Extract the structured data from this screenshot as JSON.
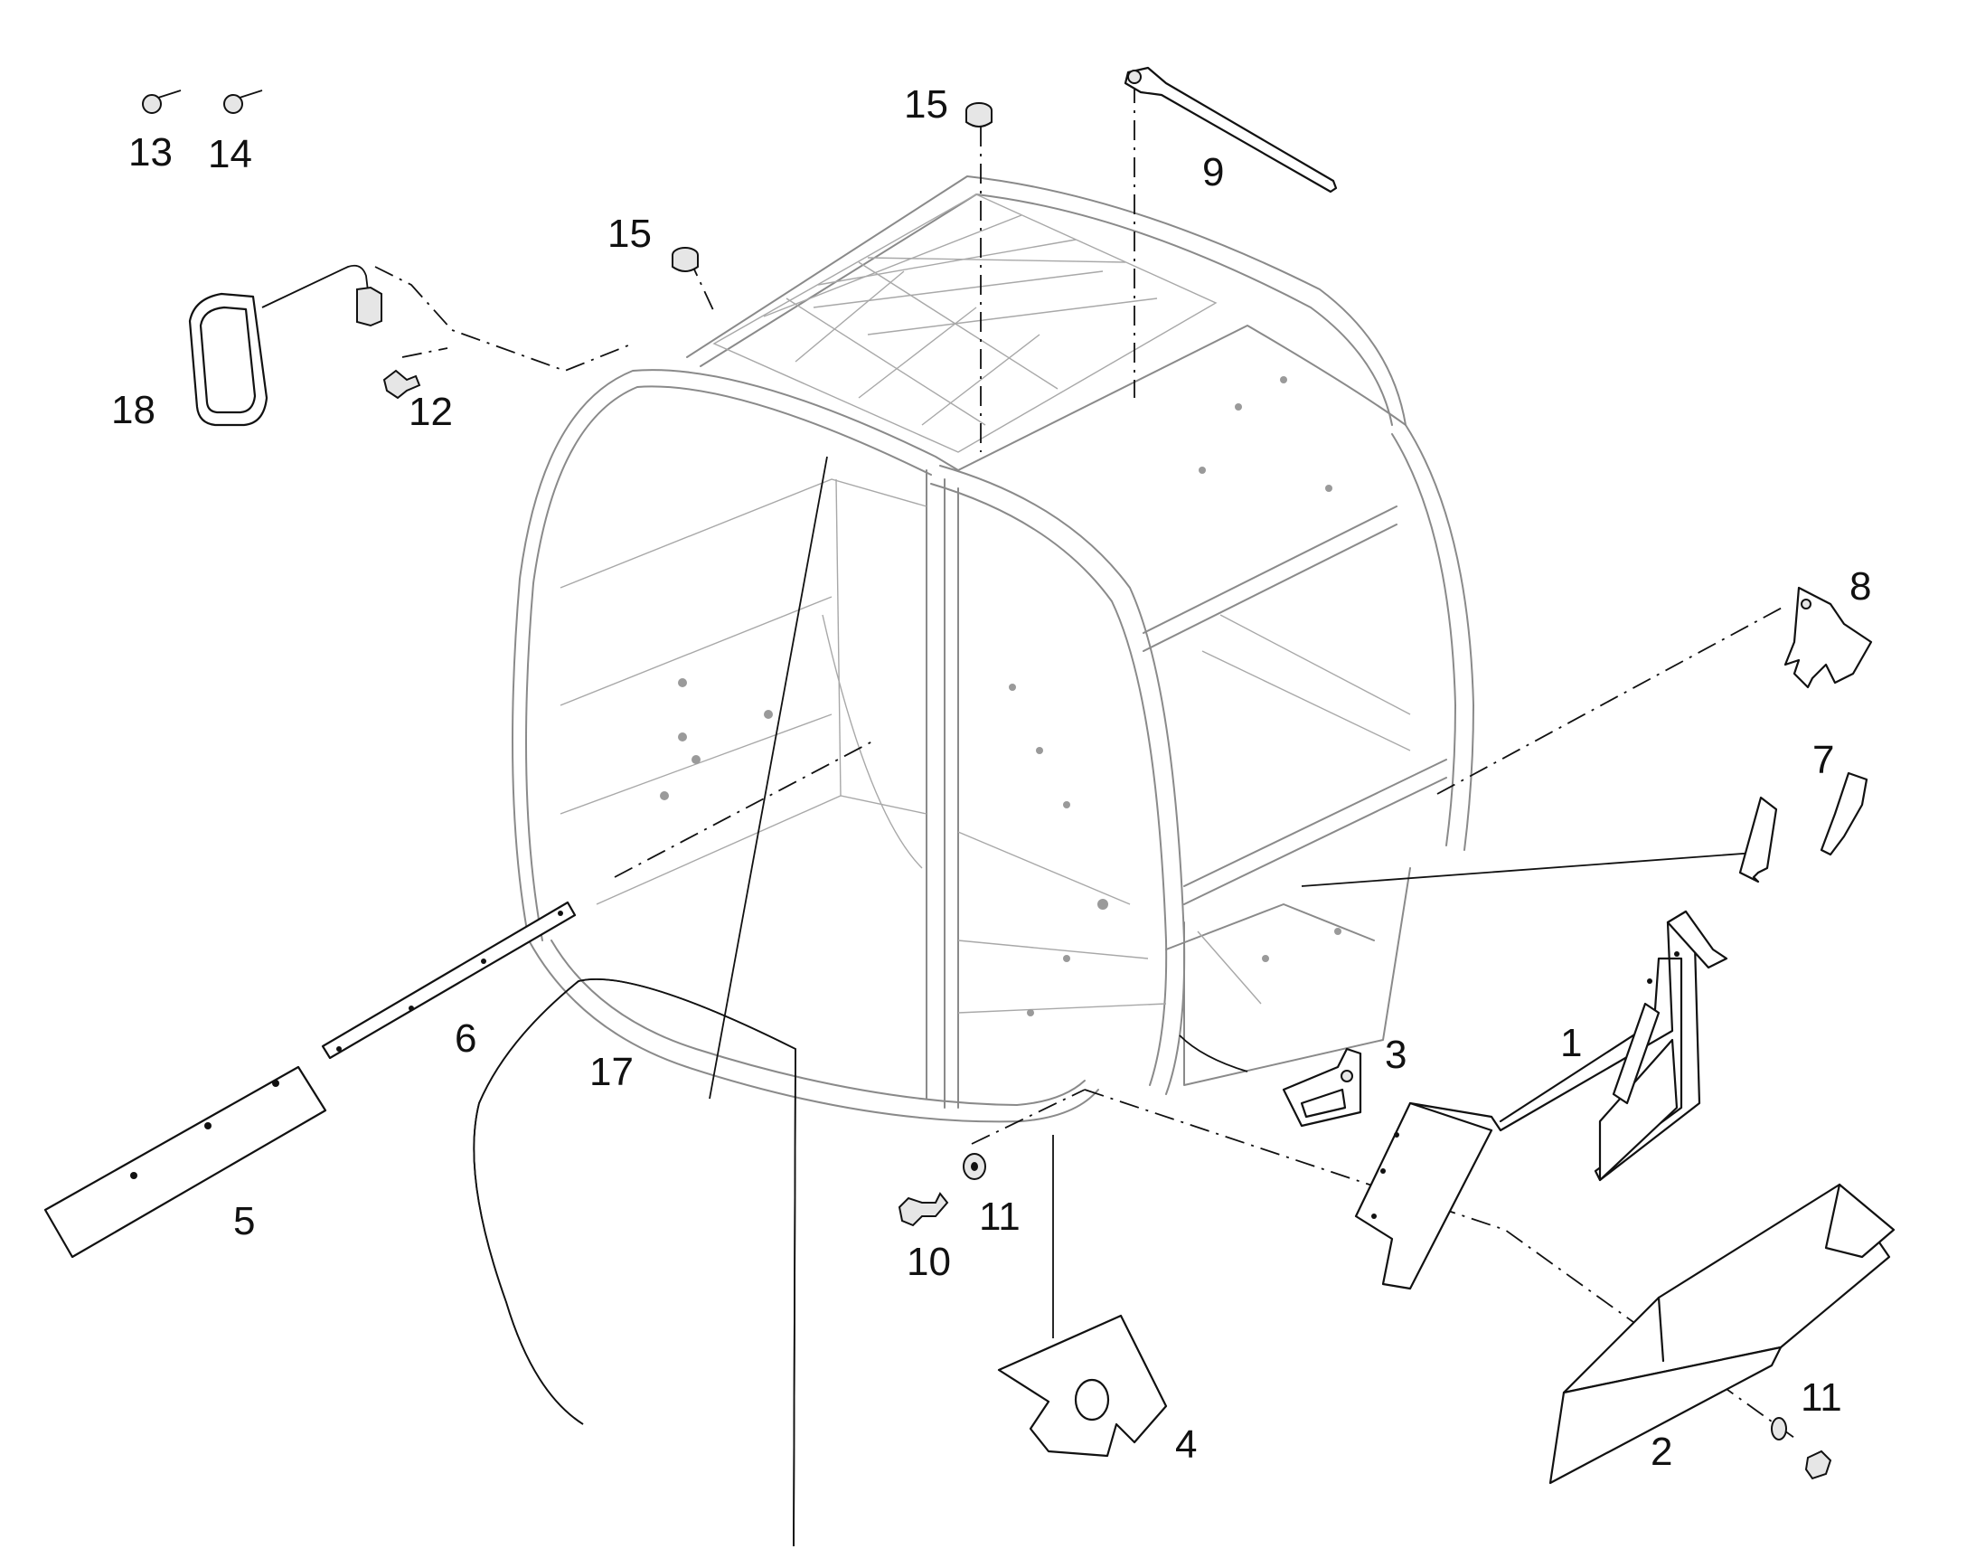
{
  "callouts": {
    "c1": "1",
    "c2": "2",
    "c3": "3",
    "c4": "4",
    "c5": "5",
    "c6": "6",
    "c7": "7",
    "c8": "8",
    "c9": "9",
    "c10": "10",
    "c11a": "11",
    "c11b": "11",
    "c12": "12",
    "c13": "13",
    "c14": "14",
    "c15a": "15",
    "c15b": "15",
    "c17": "17",
    "c18": "18"
  }
}
